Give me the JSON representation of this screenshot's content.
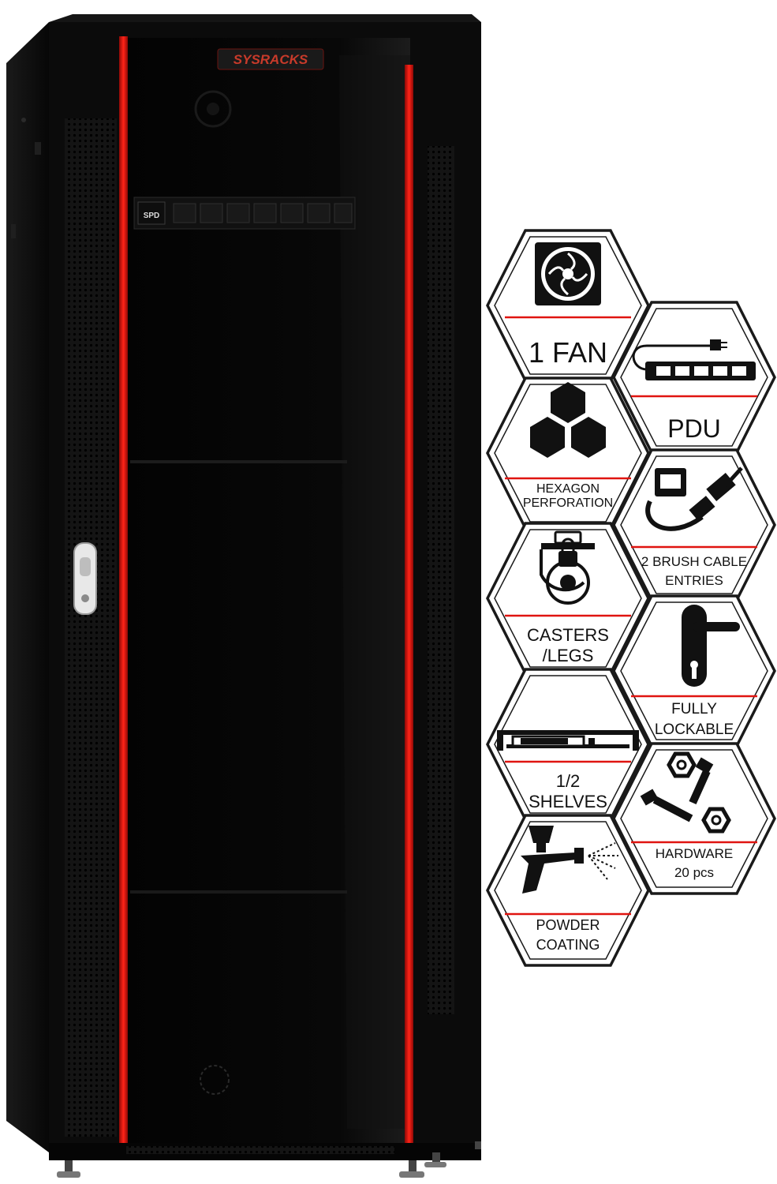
{
  "brand": "SYSRACKS",
  "pdu_label": "SPD",
  "colors": {
    "cabinet": "#0b0b0b",
    "glass": "#050505",
    "accent_red": "#e01410",
    "badge_outline": "#1a1a1a",
    "badge_fill": "#ffffff"
  },
  "features": [
    {
      "icon": "fan-icon",
      "lines": [
        "1 FAN"
      ]
    },
    {
      "icon": "power-strip-icon",
      "lines": [
        "PDU"
      ]
    },
    {
      "icon": "hexagon-perforation-icon",
      "lines": [
        "HEXAGON",
        "PERFORATION"
      ]
    },
    {
      "icon": "network-cable-icon",
      "lines": [
        "2 BRUSH CABLE",
        "ENTRIES"
      ]
    },
    {
      "icon": "caster-icon",
      "lines": [
        "CASTERS",
        "/LEGS"
      ]
    },
    {
      "icon": "door-lock-icon",
      "lines": [
        "FULLY",
        "LOCKABLE"
      ]
    },
    {
      "icon": "shelf-icon",
      "lines": [
        "1/2",
        "SHELVES"
      ]
    },
    {
      "icon": "screws-nuts-icon",
      "lines": [
        "HARDWARE",
        "20 pcs"
      ]
    },
    {
      "icon": "spray-gun-icon",
      "lines": [
        "POWDER",
        "COATING"
      ]
    }
  ]
}
